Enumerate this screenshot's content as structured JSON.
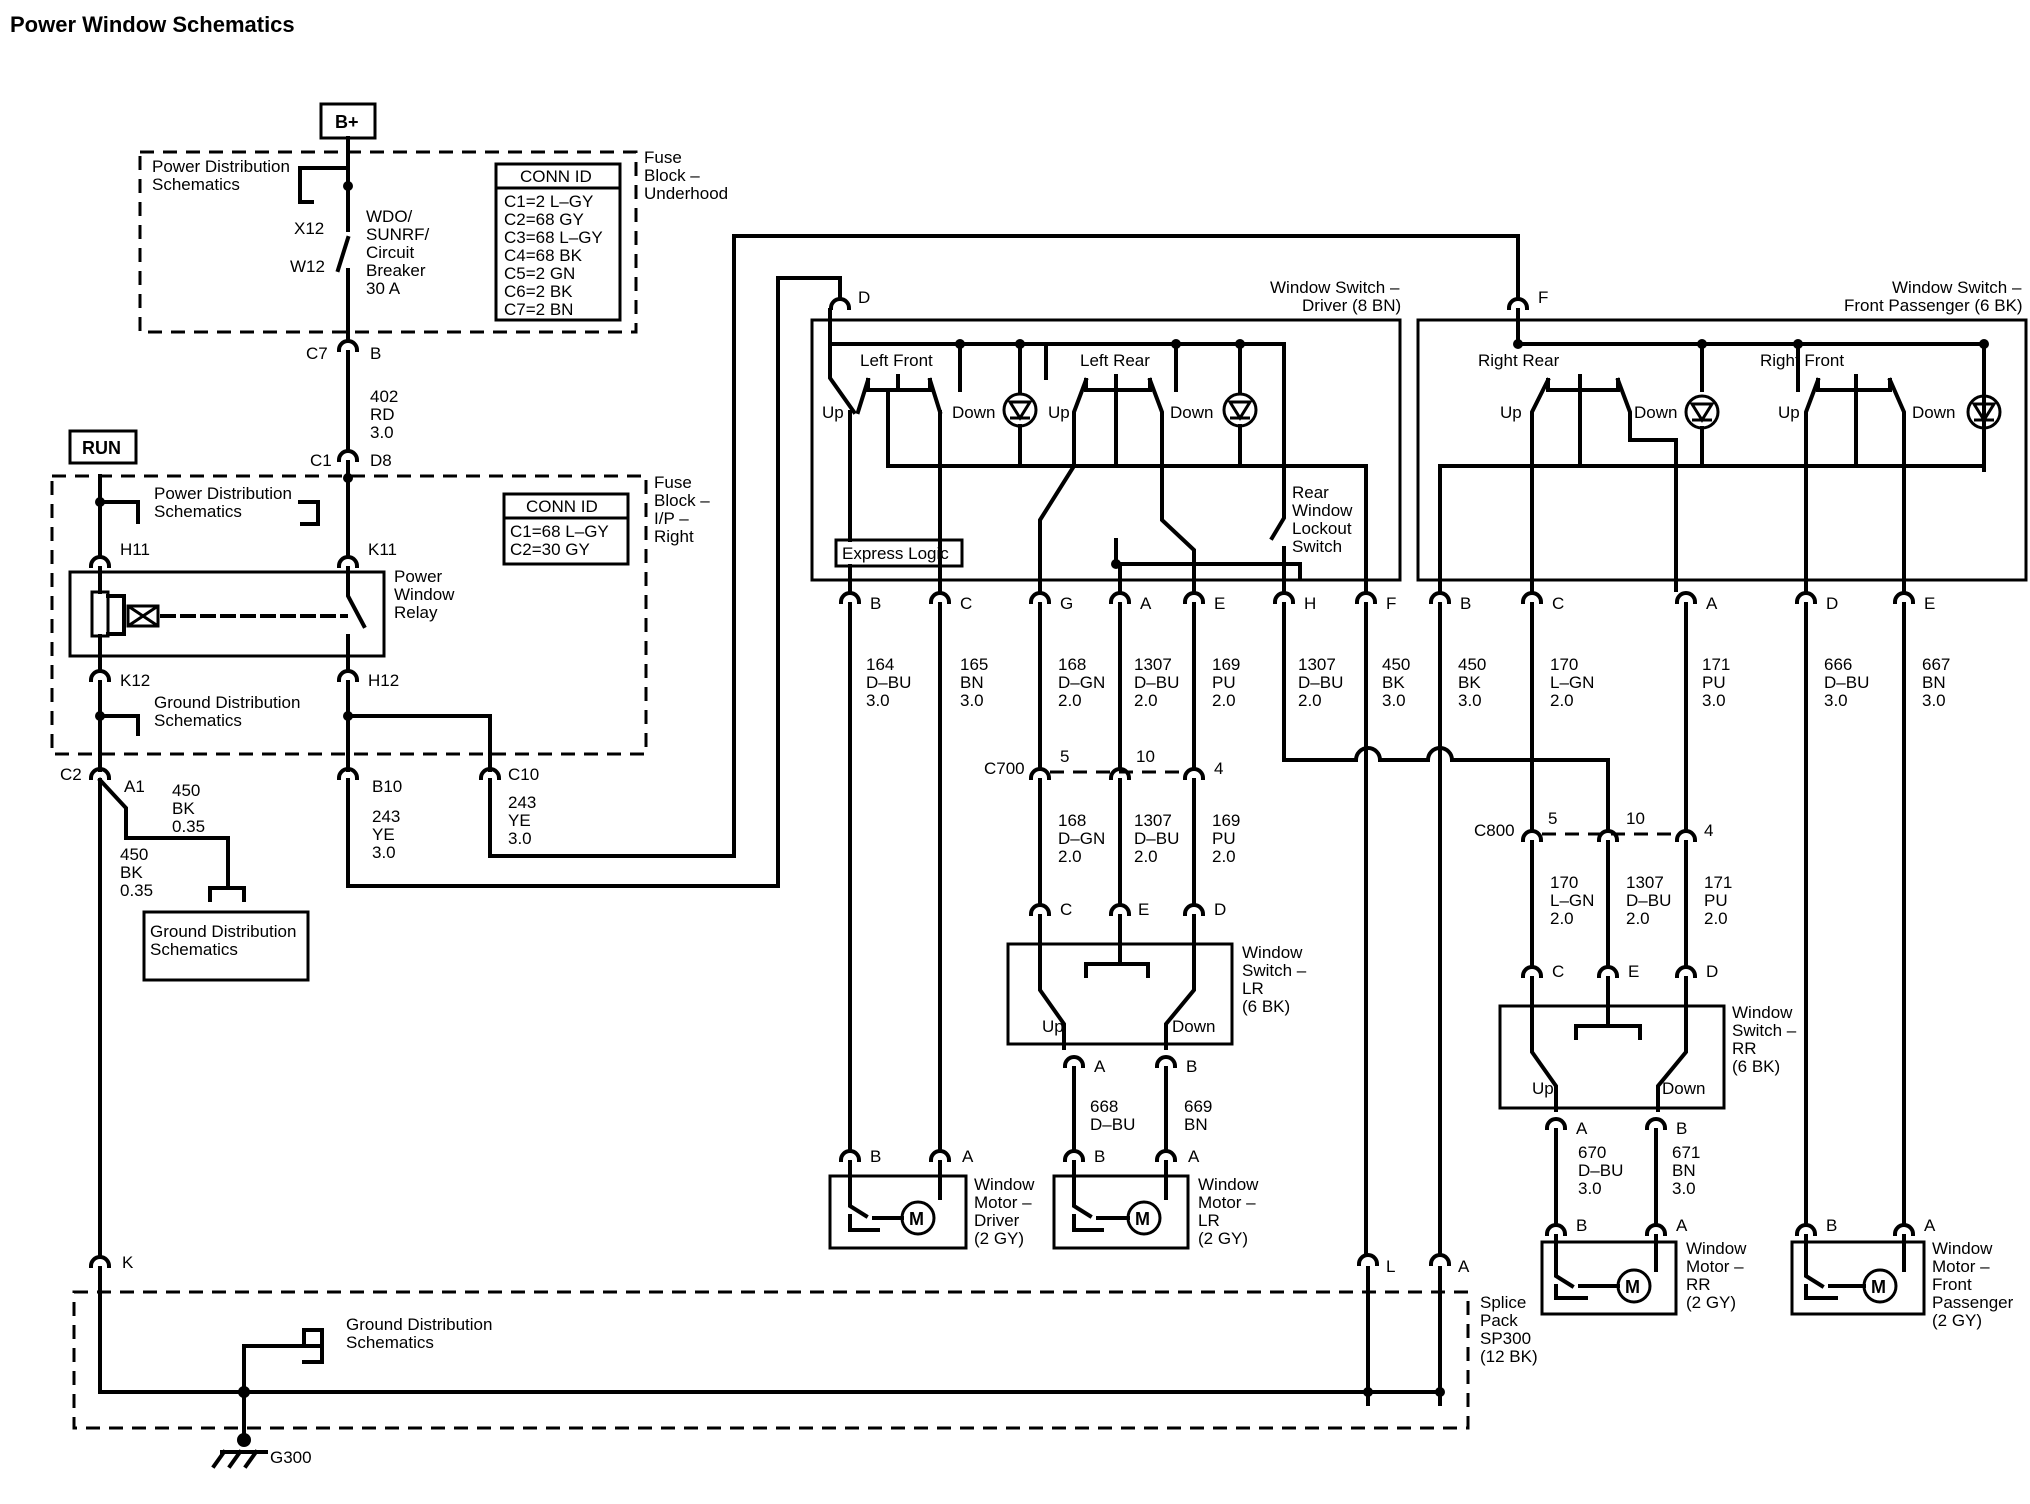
{
  "title": "Power Window Schematics",
  "power": {
    "bplus": "B+",
    "run": "RUN"
  },
  "underhood": {
    "box_label": [
      "Fuse",
      "Block –",
      "Underhood"
    ],
    "pwr_dist": [
      "Power Distribution",
      "Schematics"
    ],
    "pin_top": "X12",
    "pin_bottom": "W12",
    "breaker": [
      "WDO/",
      "SUNRF/",
      "Circuit",
      "Breaker",
      "30 A"
    ],
    "conn_title": "CONN ID",
    "conn": [
      "C1=2 L–GY",
      "C2=68 GY",
      "C3=68 L–GY",
      "C4=68 BK",
      "C5=2 GN",
      "C6=2 BK",
      "C7=2 BN"
    ]
  },
  "ip_block": {
    "box_label": [
      "Fuse",
      "Block –",
      "I/P –",
      "Right"
    ],
    "pwr_dist": [
      "Power Distribution",
      "Schematics"
    ],
    "gnd_dist": [
      "Ground Distribution",
      "Schematics"
    ],
    "relay": [
      "Power",
      "Window",
      "Relay"
    ],
    "conn_title": "CONN ID",
    "conn": [
      "C1=68 L–GY",
      "C2=30 GY"
    ],
    "pins": {
      "h11": "H11",
      "k11": "K11",
      "k12": "K12",
      "h12": "H12"
    }
  },
  "connectors": {
    "c7": "C7",
    "b": "B",
    "c1": "C1",
    "d8": "D8",
    "c2": "C2",
    "a1": "A1",
    "b10": "B10",
    "c10": "C10",
    "k": "K",
    "l": "L",
    "a": "A",
    "c700": "C700",
    "c800": "C800"
  },
  "wires": {
    "w402": [
      "402",
      "RD",
      "3.0"
    ],
    "w450a": [
      "450",
      "BK",
      "0.35"
    ],
    "w450b": [
      "450",
      "BK",
      "0.35"
    ],
    "w243a": [
      "243",
      "YE",
      "3.0"
    ],
    "w243b": [
      "243",
      "YE",
      "3.0"
    ],
    "w164": [
      "164",
      "D–BU",
      "3.0"
    ],
    "w165": [
      "165",
      "BN",
      "3.0"
    ],
    "w168": [
      "168",
      "D–GN",
      "2.0"
    ],
    "w1307": [
      "1307",
      "D–BU",
      "2.0"
    ],
    "w169": [
      "169",
      "PU",
      "2.0"
    ],
    "w1307h": [
      "1307",
      "D–BU",
      "2.0"
    ],
    "w450f": [
      "450",
      "BK",
      "3.0"
    ],
    "w450bb": [
      "450",
      "BK",
      "3.0"
    ],
    "w170": [
      "170",
      "L–GN",
      "2.0"
    ],
    "w171": [
      "171",
      "PU",
      "3.0"
    ],
    "w666": [
      "666",
      "D–BU",
      "3.0"
    ],
    "w667": [
      "667",
      "BN",
      "3.0"
    ],
    "w168b": [
      "168",
      "D–GN",
      "2.0"
    ],
    "w1307b": [
      "1307",
      "D–BU",
      "2.0"
    ],
    "w169b": [
      "169",
      "PU",
      "2.0"
    ],
    "w668": [
      "668",
      "D–BU"
    ],
    "w669": [
      "669",
      "BN"
    ],
    "w170b": [
      "170",
      "L–GN",
      "2.0"
    ],
    "w1307c": [
      "1307",
      "D–BU",
      "2.0"
    ],
    "w171b": [
      "171",
      "PU",
      "2.0"
    ],
    "w670": [
      "670",
      "D–BU",
      "3.0"
    ],
    "w671": [
      "671",
      "BN",
      "3.0"
    ]
  },
  "driver_switch": {
    "label": [
      "Window Switch –",
      "Driver (8 BN)"
    ],
    "left_front": "Left Front",
    "left_rear": "Left Rear",
    "up": "Up",
    "down": "Down",
    "express": "Express Logic",
    "lockout": [
      "Rear",
      "Window",
      "Lockout",
      "Switch"
    ],
    "pins": [
      "B",
      "C",
      "G",
      "A",
      "E",
      "H",
      "F"
    ],
    "pin_d": "D"
  },
  "pass_switch": {
    "label": [
      "Window Switch –",
      "Front Passenger (6 BK)"
    ],
    "right_rear": "Right Rear",
    "right_front": "Right Front",
    "up": "Up",
    "down": "Down",
    "pins": [
      "B",
      "C",
      "A",
      "D",
      "E"
    ],
    "pin_f": "F"
  },
  "lr_switch": {
    "label": [
      "Window",
      "Switch –",
      "LR",
      "(6 BK)"
    ],
    "up": "Up",
    "down": "Down",
    "pins_top": [
      "C",
      "E",
      "D"
    ],
    "pins_bottom": [
      "A",
      "B"
    ]
  },
  "rr_switch": {
    "label": [
      "Window",
      "Switch –",
      "RR",
      "(6 BK)"
    ],
    "up": "Up",
    "down": "Down",
    "pins_top": [
      "C",
      "E",
      "D"
    ],
    "pins_bottom": [
      "A",
      "B"
    ]
  },
  "c700_pins": [
    "5",
    "10",
    "4"
  ],
  "c800_pins": [
    "5",
    "10",
    "4"
  ],
  "motors": {
    "driver": {
      "label": [
        "Window",
        "Motor –",
        "Driver",
        "(2 GY)"
      ],
      "pins": [
        "B",
        "A"
      ]
    },
    "lr": {
      "label": [
        "Window",
        "Motor –",
        "LR",
        "(2 GY)"
      ],
      "pins": [
        "B",
        "A"
      ]
    },
    "rr": {
      "label": [
        "Window",
        "Motor –",
        "RR",
        "(2 GY)"
      ],
      "pins": [
        "B",
        "A"
      ]
    },
    "fp": {
      "label": [
        "Window",
        "Motor –",
        "Front",
        "Passenger",
        "(2 GY)"
      ],
      "pins": [
        "B",
        "A"
      ]
    },
    "m": "M"
  },
  "gnd_dist_box": [
    "Ground Distribution",
    "Schematics"
  ],
  "splice": {
    "label": [
      "Splice",
      "Pack",
      "SP300",
      "(12 BK)"
    ],
    "gnd_dist": [
      "Ground Distribution",
      "Schematics"
    ]
  },
  "ground": "G300"
}
